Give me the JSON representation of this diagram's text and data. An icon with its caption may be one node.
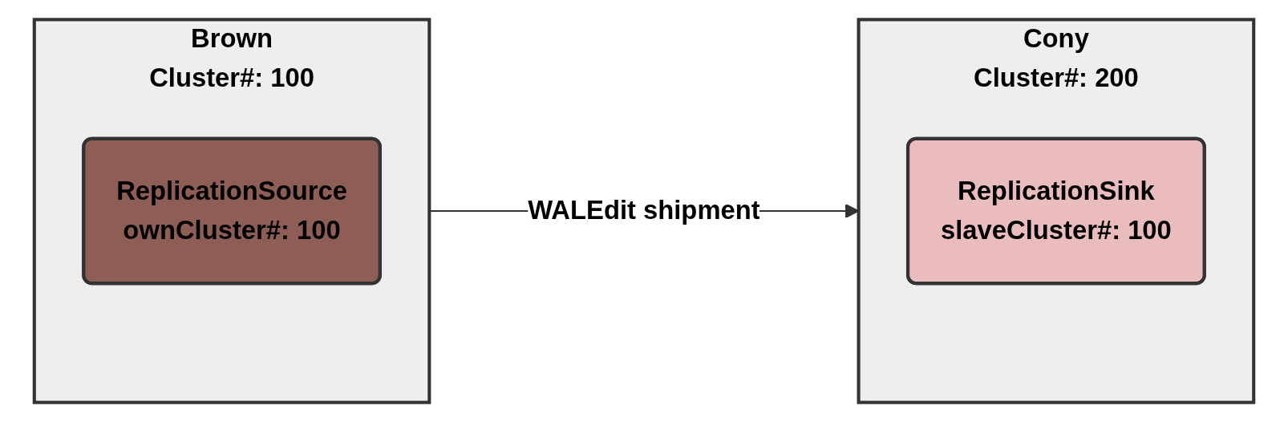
{
  "diagram": {
    "nodes": [
      {
        "text": [
          "Brown",
          "Cluster#: 100"
        ]
      },
      {
        "text": [
          "ReplicationSource",
          "ownCluster#: 100"
        ],
        "in": 0
      },
      {
        "text": [
          "Cony",
          "Cluster#: 200"
        ]
      },
      {
        "text": [
          "ReplicationSink",
          "slaveCluster#: 100"
        ],
        "in": 2
      }
    ],
    "edges": [
      {
        "from": 0,
        "to": 2,
        "arrow": "to",
        "label": "WALEdit shipment"
      }
    ]
  }
}
